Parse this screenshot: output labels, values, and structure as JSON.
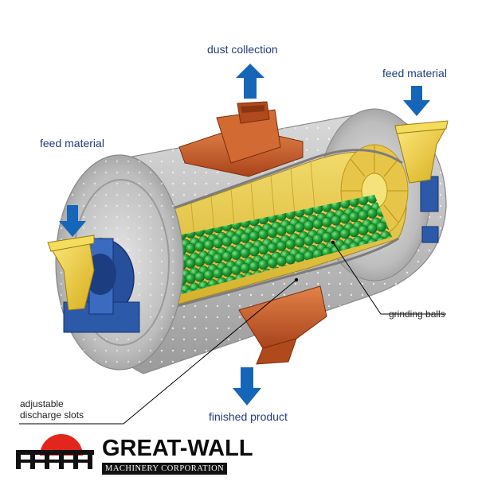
{
  "labels": {
    "dust_collection": "dust collection",
    "feed_material_right": "feed material",
    "feed_material_left": "feed material",
    "grinding_balls": "grinding balls",
    "adjustable_discharge": [
      "adjustable",
      "discharge slots"
    ],
    "finished_product": "finished product"
  },
  "logo": {
    "brand": "GREAT-WALL",
    "subtitle": "MACHINERY CORPORATION"
  },
  "colors": {
    "arrow": "#1566b8",
    "shell": "#c9c9c9",
    "liner": "#e8c93a",
    "balls": "#22a33a",
    "hopper": "#c65a24",
    "bearing": "#27509c",
    "feed_chute": "#f2d03b",
    "logo_red": "#e3261d"
  }
}
